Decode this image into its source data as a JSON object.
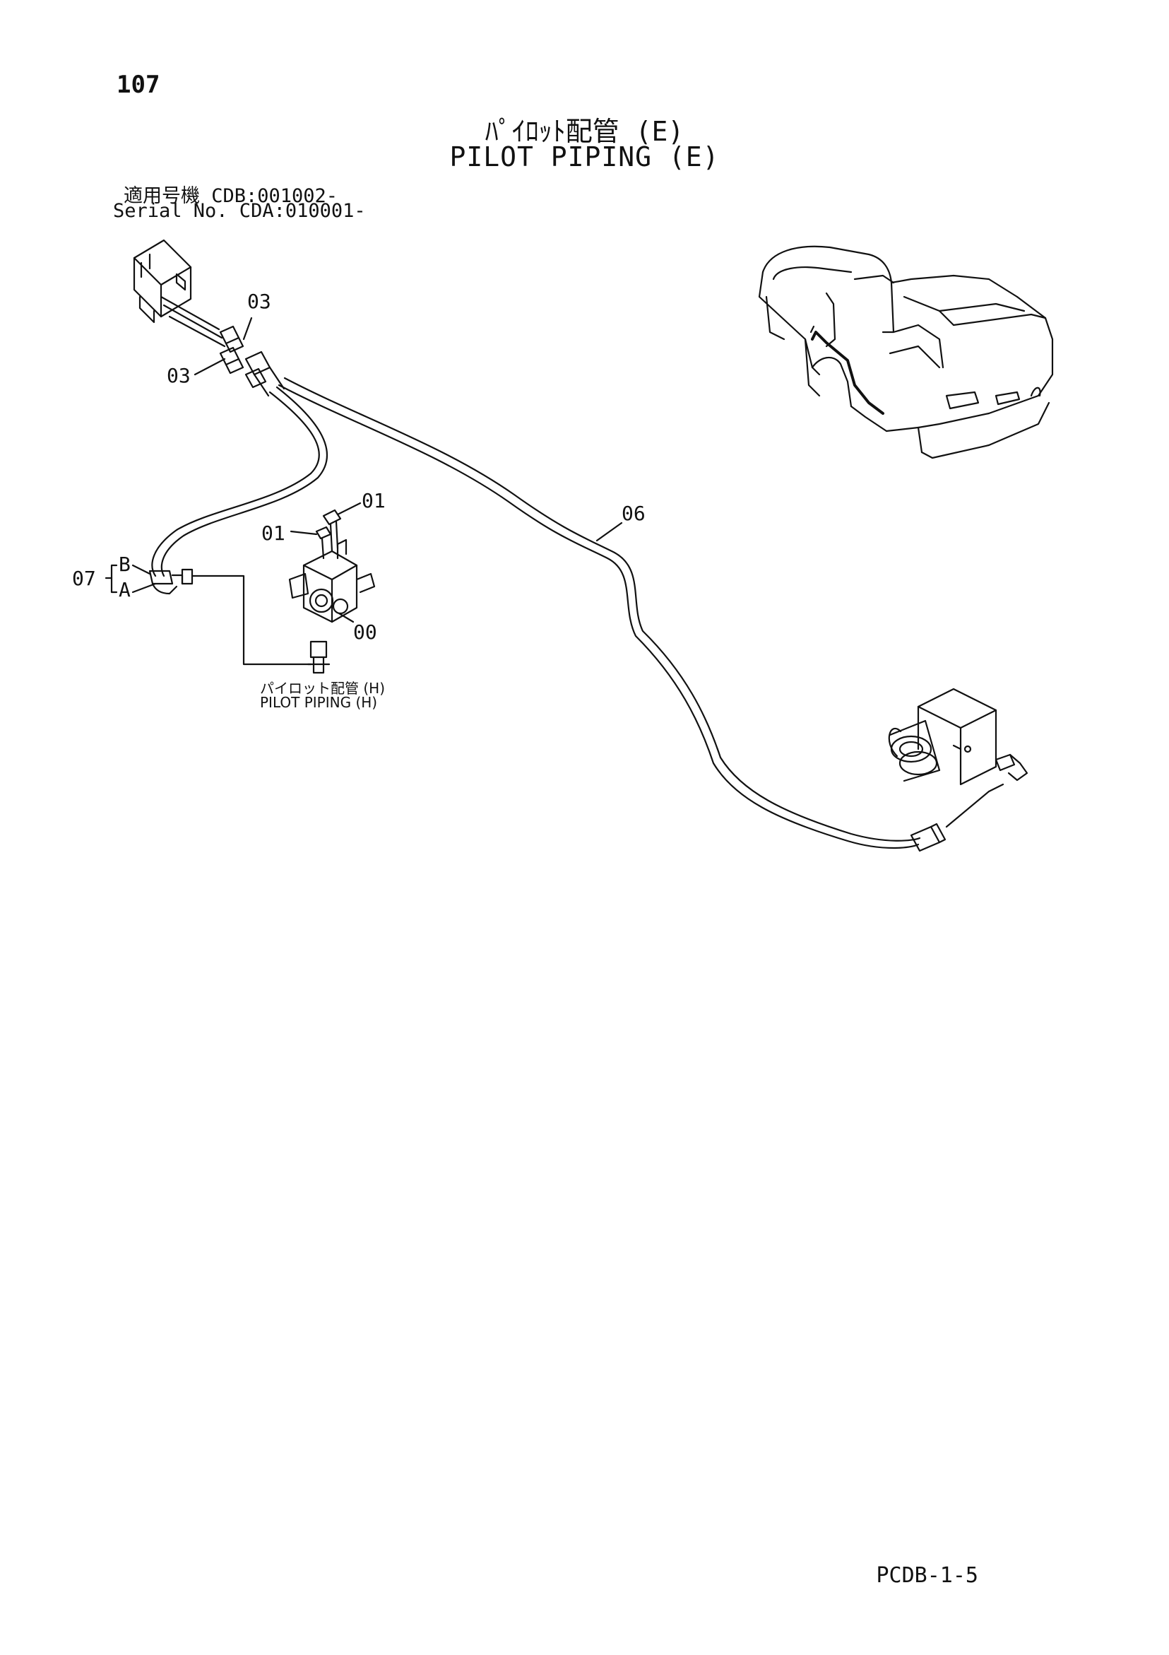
{
  "page_number": "107",
  "title_jp": "ﾊﾟｲﾛｯﾄ配管 (E)",
  "title_en": "PILOT PIPING (E)",
  "applicability": {
    "line1": "適用号機  CDB:001002-",
    "line2": "Serial No. CDA:010001-"
  },
  "callouts": {
    "c03_upper": "03",
    "c03_lower": "03",
    "c01_right": "01",
    "c01_left": "01",
    "c06": "06",
    "c07": "07",
    "port_b": "B",
    "port_a": "A",
    "c00": "00"
  },
  "reference": {
    "jp": "パイロット配管 (H)",
    "en": "PILOT PIPING (H)"
  },
  "footer_code": "PCDB-1-5"
}
